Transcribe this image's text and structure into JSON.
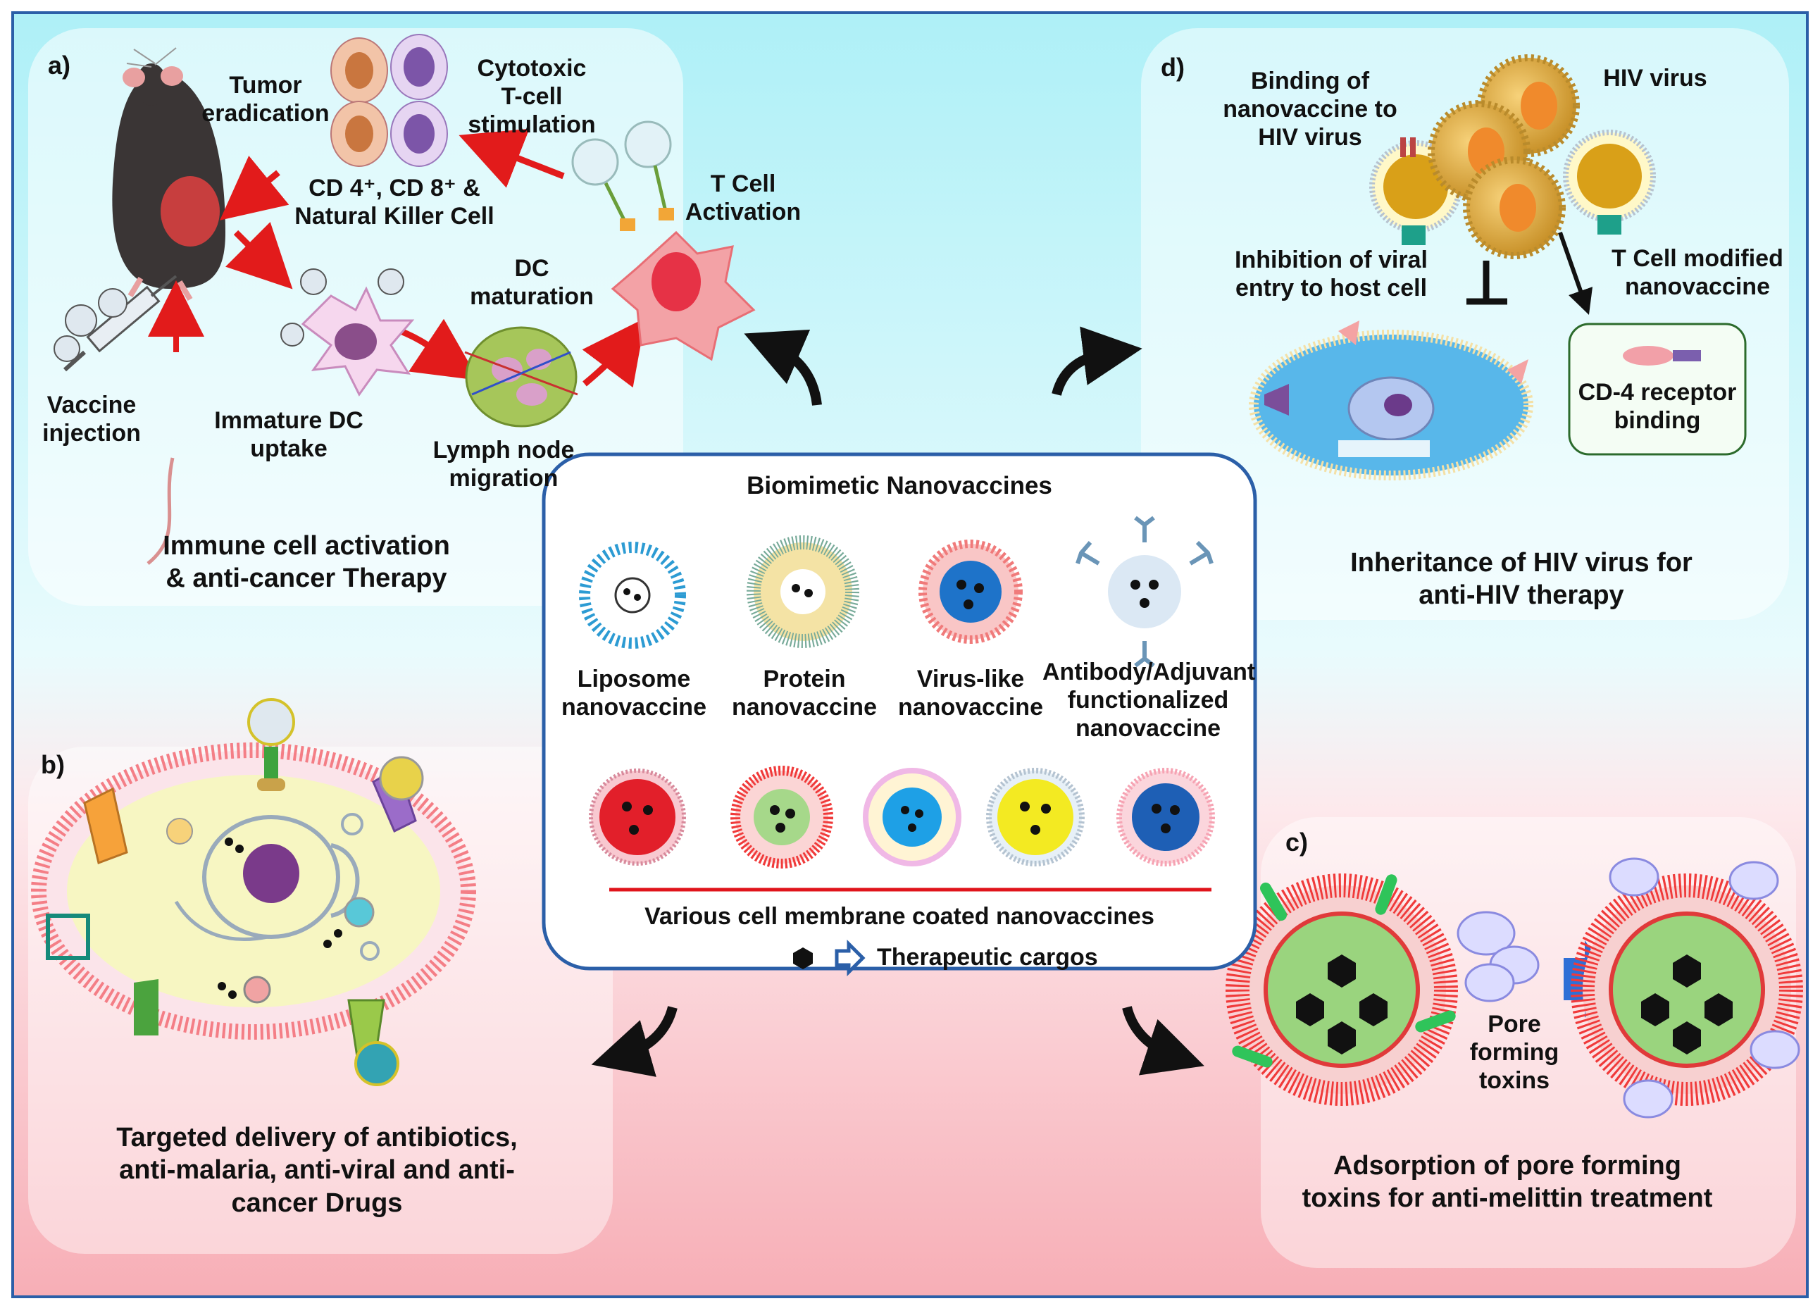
{
  "panel_a": {
    "letter": "a)",
    "caption": [
      "Immune cell activation",
      "& anti-cancer Therapy"
    ],
    "labels": {
      "tumor": [
        "Tumor",
        "eradication"
      ],
      "cytotoxic": [
        "Cytotoxic",
        "T-cell",
        "stimulation"
      ],
      "cd_cells": [
        "CD 4⁺, CD 8⁺ &",
        "Natural Killer Cell"
      ],
      "t_activation": [
        "T Cell",
        "Activation"
      ],
      "dc_maturation": [
        "DC",
        "maturation"
      ],
      "vaccine_injection": [
        "Vaccine",
        "injection"
      ],
      "immature_dc": [
        "Immature DC",
        "uptake"
      ],
      "lymph_node": [
        "Lymph node",
        "migration"
      ]
    }
  },
  "panel_b": {
    "letter": "b)",
    "caption": [
      "Targeted delivery of antibiotics,",
      "anti-malaria, anti-viral and anti-",
      "cancer Drugs"
    ]
  },
  "panel_c": {
    "letter": "c)",
    "caption": [
      "Adsorption of pore forming",
      "toxins for anti-melittin treatment"
    ],
    "labels": {
      "pore": [
        "Pore",
        "forming",
        "toxins"
      ]
    }
  },
  "panel_d": {
    "letter": "d)",
    "caption": [
      "Inheritance of HIV virus for",
      "anti-HIV therapy"
    ],
    "labels": {
      "binding": [
        "Binding of",
        "nanovaccine to",
        "HIV virus"
      ],
      "hiv": [
        "HIV virus"
      ],
      "inhibition": [
        "Inhibition of viral",
        "entry to host cell"
      ],
      "t_modified": [
        "T Cell modified",
        "nanovaccine"
      ],
      "cd4": [
        "CD-4 receptor",
        "binding"
      ]
    }
  },
  "center": {
    "title": "Biomimetic Nanovaccines",
    "types": [
      [
        "Liposome",
        "nanovaccine"
      ],
      [
        "Protein",
        "nanovaccine"
      ],
      [
        "Virus-like",
        "nanovaccine"
      ],
      [
        "Antibody/Adjuvant",
        "functionalized",
        "nanovaccine"
      ]
    ],
    "membrane_caption": "Various cell membrane coated  nanovaccines",
    "cargo_caption": "Therapeutic cargos"
  },
  "colors": {
    "frame": "#2b5fa8",
    "bg_top": "#b8f2f8",
    "bg_bottom": "#f6b7bf",
    "arrow_red": "#e21b1b",
    "membrane_red": "#f04a4a",
    "divider_red": "#e0141b"
  }
}
